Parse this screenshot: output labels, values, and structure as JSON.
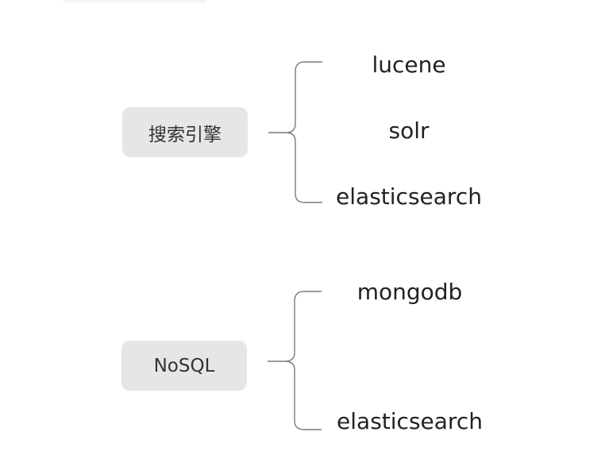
{
  "groups": [
    {
      "root": "搜索引擎",
      "children": [
        "lucene",
        "solr",
        "elasticsearch"
      ]
    },
    {
      "root": "NoSQL",
      "children": [
        "mongodb",
        "elasticsearch"
      ]
    }
  ],
  "colors": {
    "box_fill": "#e6e6e6",
    "connector": "#7a7a7a",
    "text": "#222222"
  }
}
